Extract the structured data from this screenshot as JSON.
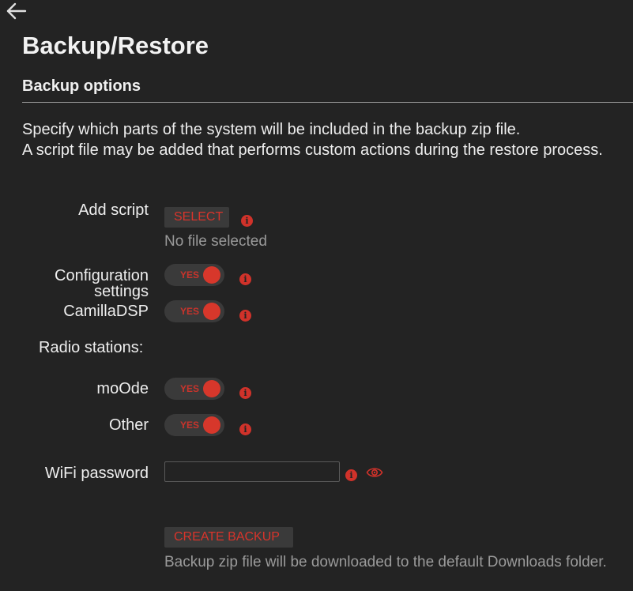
{
  "header": {
    "back_icon": "arrow-left-icon",
    "title": "Backup/Restore"
  },
  "backup_options": {
    "section_title": "Backup options",
    "description_line1": "Specify which parts of the system will be included in the backup zip file.",
    "description_line2": "A script file may be added that performs custom actions during the restore process."
  },
  "add_script": {
    "label": "Add script",
    "button_label": "SELECT",
    "file_status": "No file selected"
  },
  "configuration_settings": {
    "label_line1": "Configuration",
    "label_line2": "settings",
    "toggle_label": "YES",
    "enabled": true
  },
  "camilladsp": {
    "label": "CamillaDSP",
    "toggle_label": "YES",
    "enabled": true
  },
  "radio_stations": {
    "heading": "Radio stations:",
    "moode": {
      "label": "moOde",
      "toggle_label": "YES",
      "enabled": true
    },
    "other": {
      "label": "Other",
      "toggle_label": "YES",
      "enabled": true
    }
  },
  "wifi_password": {
    "label": "WiFi password",
    "value": "",
    "placeholder": ""
  },
  "create_backup": {
    "button_label": "CREATE BACKUP",
    "hint": "Backup zip file will be downloaded to the default Downloads folder."
  },
  "colors": {
    "background": "#232323",
    "accent": "#d7372b",
    "control_bg": "#3a3a3a",
    "muted_text": "#9a9a9a"
  },
  "icons": {
    "info": "info-icon",
    "eye": "eye-icon"
  }
}
